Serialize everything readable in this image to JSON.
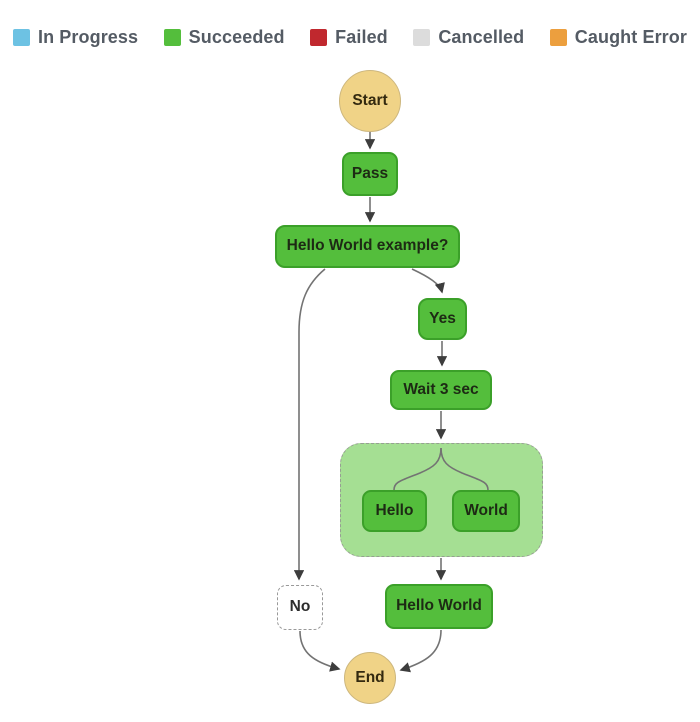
{
  "legend": {
    "items": [
      {
        "label": "In Progress",
        "color": "#6dc2e3",
        "status": "in-progress"
      },
      {
        "label": "Succeeded",
        "color": "#54be3c",
        "status": "succeeded"
      },
      {
        "label": "Failed",
        "color": "#c0282e",
        "status": "failed"
      },
      {
        "label": "Cancelled",
        "color": "#dcdcdc",
        "status": "cancelled"
      },
      {
        "label": "Caught Error",
        "color": "#ec9f3e",
        "status": "caught-error"
      }
    ]
  },
  "workflow": {
    "nodes": {
      "start": {
        "label": "Start",
        "status": "terminal"
      },
      "pass": {
        "label": "Pass",
        "status": "succeeded"
      },
      "choice": {
        "label": "Hello World example?",
        "status": "succeeded"
      },
      "yes": {
        "label": "Yes",
        "status": "succeeded"
      },
      "wait": {
        "label": "Wait 3 sec",
        "status": "succeeded"
      },
      "parallel": {
        "status": "succeeded"
      },
      "hello": {
        "label": "Hello",
        "status": "succeeded"
      },
      "world": {
        "label": "World",
        "status": "succeeded"
      },
      "no": {
        "label": "No",
        "status": "not-executed"
      },
      "hello_world": {
        "label": "Hello World",
        "status": "succeeded"
      },
      "end": {
        "label": "End",
        "status": "terminal"
      }
    },
    "edges": [
      {
        "from": "start",
        "to": "pass"
      },
      {
        "from": "pass",
        "to": "choice"
      },
      {
        "from": "choice",
        "to": "no"
      },
      {
        "from": "choice",
        "to": "yes"
      },
      {
        "from": "yes",
        "to": "wait"
      },
      {
        "from": "wait",
        "to": "parallel"
      },
      {
        "from": "parallel",
        "to": "hello"
      },
      {
        "from": "parallel",
        "to": "world"
      },
      {
        "from": "parallel",
        "to": "hello_world"
      },
      {
        "from": "no",
        "to": "end"
      },
      {
        "from": "hello_world",
        "to": "end"
      }
    ],
    "colors": {
      "edge": "#737373",
      "arrowhead": "#3d3d3d",
      "succeeded_fill": "#54be3c",
      "succeeded_border": "#3ba029",
      "parallel_fill": "#a5df93",
      "terminal_fill": "#f0d387"
    }
  }
}
